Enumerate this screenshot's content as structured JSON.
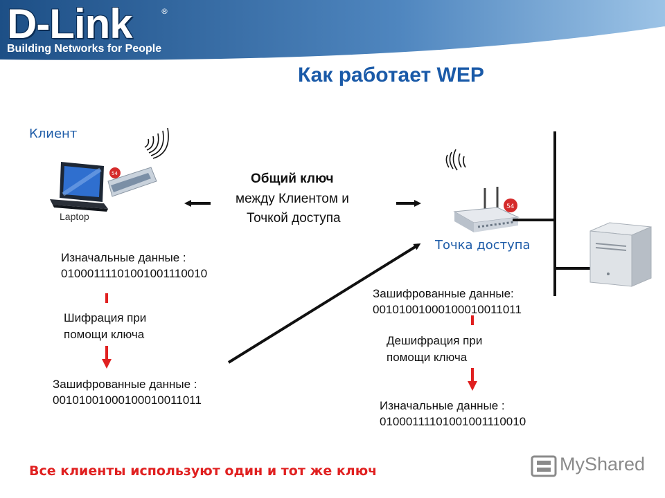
{
  "header": {
    "logo_text": "D-Link",
    "logo_reg": "®",
    "tagline": "Building Networks for People"
  },
  "title": "Как работает WEP",
  "client": {
    "label": "Клиент",
    "device_label": "Laptop",
    "card_badge": "54"
  },
  "access_point": {
    "label": "Точка доступа",
    "badge": "54"
  },
  "shared_key": {
    "title": "Общий ключ",
    "line2": "между Клиентом и",
    "line3": "Точкой доступа"
  },
  "client_side": {
    "original_label": "Изначальные данные :",
    "original_value": "01000111101001001110010",
    "encrypt_line1": "Шифрация при",
    "encrypt_line2": "помощи ключа",
    "encrypted_label": "Зашифрованные данные :",
    "encrypted_value": "00101001000100010011011"
  },
  "ap_side": {
    "encrypted_label": "Зашифрованные данные:",
    "encrypted_value": "00101001000100010011011",
    "decrypt_line1": "Дешифрация при",
    "decrypt_line2": "помощи ключа",
    "original_label": "Изначальные данные :",
    "original_value": "01000111101001001110010"
  },
  "footer_note": "Все клиенты используют один и тот же ключ",
  "watermark": "MyShared",
  "colors": {
    "header_blue": "#1f5a9a",
    "title_blue": "#1a5aa8",
    "label_blue": "#1e5ca8",
    "arrow_red": "#e02020",
    "note_red": "#e02020"
  }
}
